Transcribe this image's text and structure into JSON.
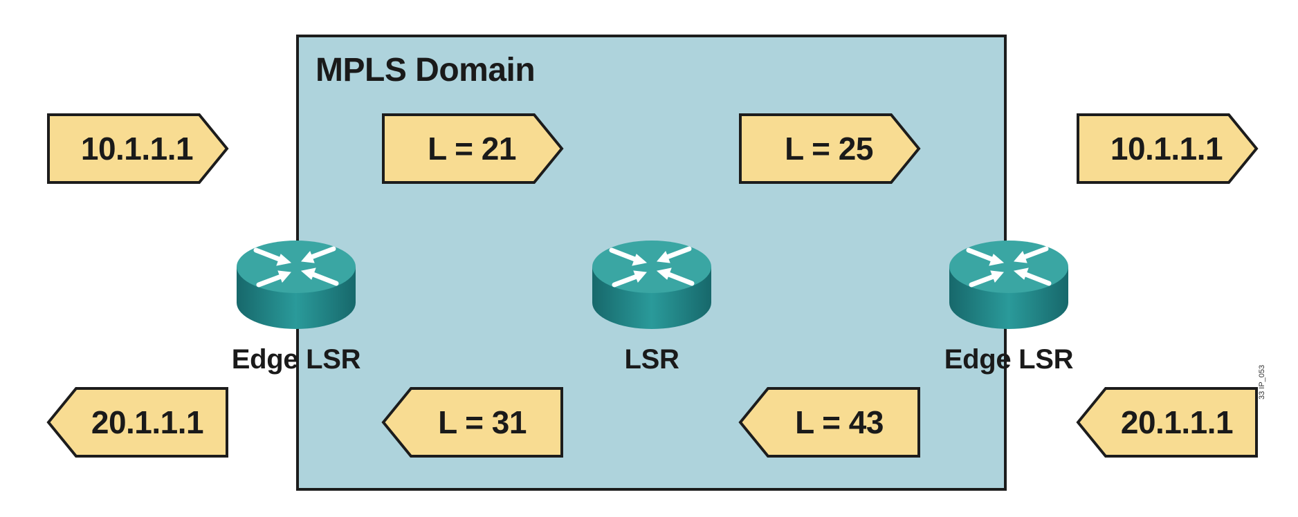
{
  "diagram": {
    "domain_title": "MPLS Domain",
    "packets": {
      "in_left_top": "10.1.1.1",
      "out_right_top": "10.1.1.1",
      "out_left_bottom": "20.1.1.1",
      "in_right_bottom": "20.1.1.1"
    },
    "labels": {
      "top_left": "L = 21",
      "top_right": "L = 25",
      "bottom_left": "L = 31",
      "bottom_right": "L = 43"
    },
    "routers": [
      {
        "label": "Edge LSR"
      },
      {
        "label": "LSR"
      },
      {
        "label": "Edge LSR"
      }
    ],
    "watermark": "33 IP_053",
    "colors": {
      "domain_fill": "#aed3dc",
      "tag_fill": "#f8dc92",
      "router_top": "#3aa6a3",
      "router_side": "#1f7a7c",
      "outline": "#1c1c1c"
    }
  }
}
